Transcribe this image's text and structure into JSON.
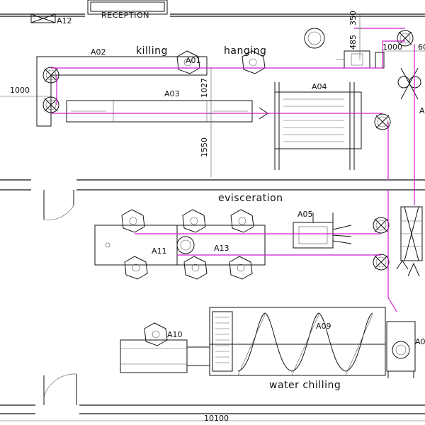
{
  "reception": {
    "label": "RECEPTION",
    "tag": "A12"
  },
  "zones": {
    "killing": "killing",
    "hanging": "hanging",
    "evisceration": "evisceration",
    "water_chilling": "water chilling"
  },
  "equipment": {
    "a01": "A01",
    "a02": "A02",
    "a03": "A03",
    "a04": "A04",
    "a05": "A05",
    "a09": "A09",
    "a10": "A10",
    "a11": "A11",
    "a13": "A13",
    "a0_edge": "A0",
    "a_edge": "A"
  },
  "dimensions": {
    "d1000_left": "1000",
    "d1027": "1027",
    "d1550": "1550",
    "d485": "485",
    "d350": "350",
    "d1000_right": "1000",
    "d60": "60",
    "d10100": "10100"
  },
  "colors": {
    "rail": "#d21ad2",
    "line": "#111111"
  }
}
